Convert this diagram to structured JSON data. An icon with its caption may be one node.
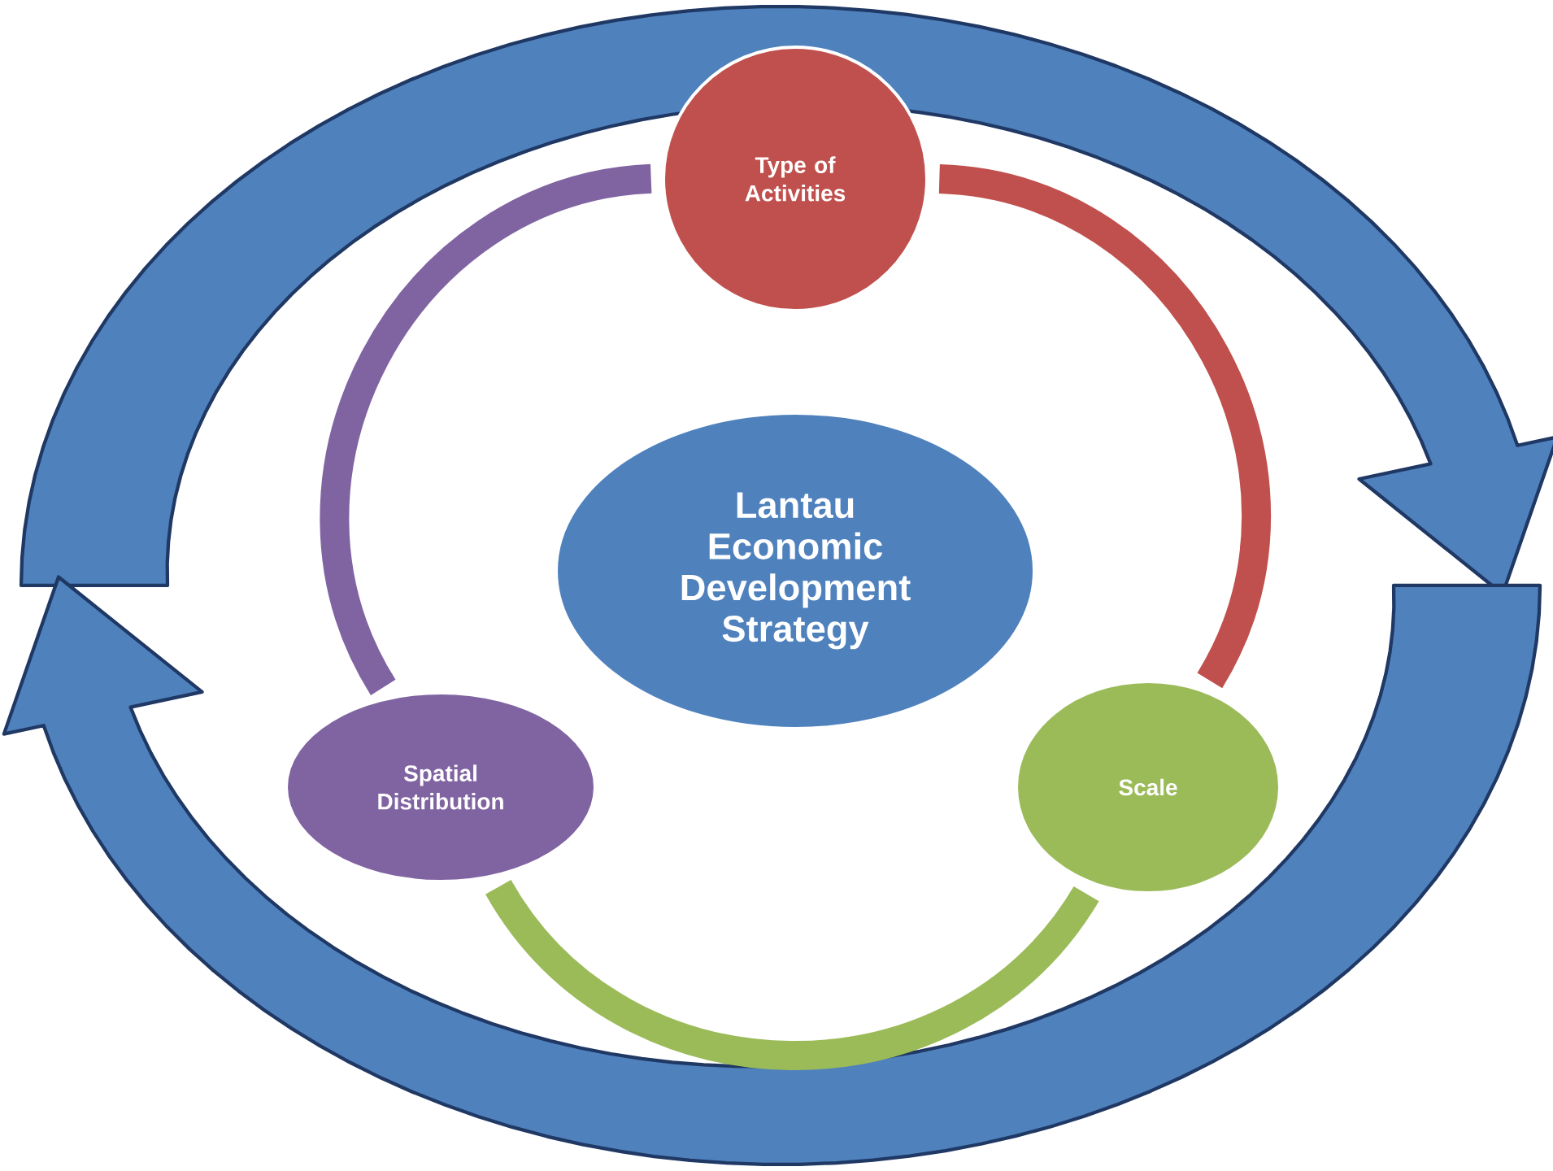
{
  "diagram": {
    "nodes": [
      {
        "text": [
          "Lantau Economic Development Strategy"
        ]
      },
      {
        "text": [
          "Type of Activities"
        ]
      },
      {
        "text": [
          "Scale"
        ]
      },
      {
        "text": [
          "Spatial Distribution"
        ]
      }
    ],
    "edges": [
      {
        "from": 1,
        "to": 2,
        "arrow": "none",
        "color": "#c0504d"
      },
      {
        "from": 2,
        "to": 3,
        "arrow": "none",
        "color": "#9bbb59"
      },
      {
        "from": 3,
        "to": 1,
        "arrow": "none",
        "color": "#8064a2"
      }
    ]
  }
}
